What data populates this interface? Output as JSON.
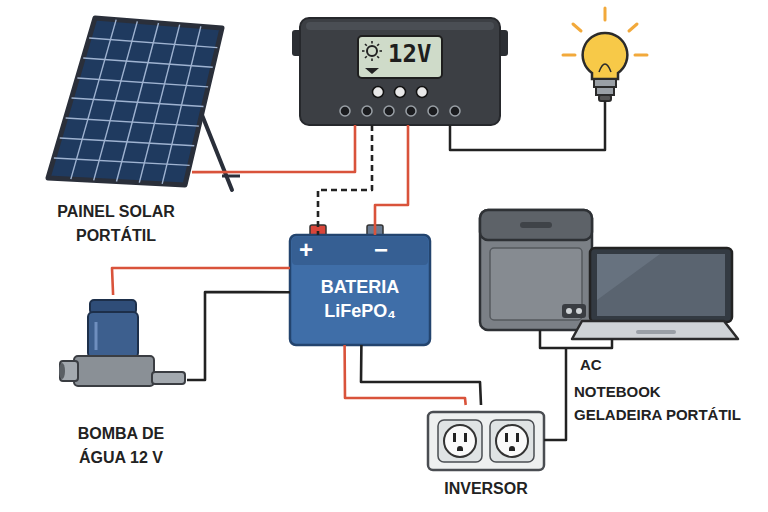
{
  "diagram": {
    "nodes": [
      {
        "text": [
          "PAINEL SOLAR PORTÁTIL"
        ]
      },
      {
        "text": [
          "12V"
        ]
      },
      {
        "text": [
          "+",
          "−",
          "BATERIA LiFePO₄"
        ]
      },
      {
        "text": [
          "BOMBA DE ÁGUA 12 V"
        ]
      },
      {
        "text": [
          "INVERSOR"
        ]
      }
    ],
    "edges": [
      {
        "from": 0,
        "to": 1,
        "arrow": "none"
      },
      {
        "from": 1,
        "to": 2,
        "arrow": "none"
      },
      {
        "from": 1,
        "to": 2,
        "arrow": "none"
      },
      {
        "from": 2,
        "to": 3,
        "arrow": "none"
      },
      {
        "from": 2,
        "to": 3,
        "arrow": "none"
      },
      {
        "from": 2,
        "to": 4,
        "arrow": "none"
      },
      {
        "from": 2,
        "to": 4,
        "arrow": "none"
      }
    ],
    "labels": [
      "AC",
      "NOTEBOOK",
      "GELADEIRA PORTÁTIL"
    ]
  }
}
